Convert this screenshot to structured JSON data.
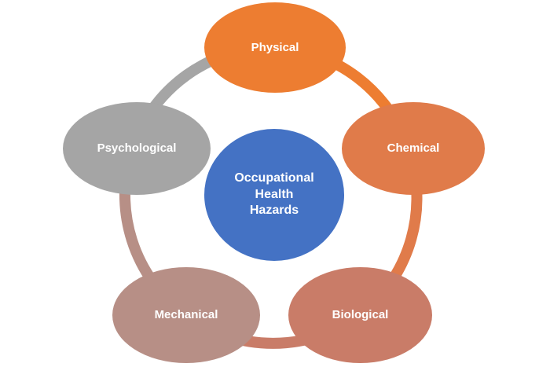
{
  "diagram": {
    "type": "cycle",
    "center": {
      "label_lines": [
        "Occupational",
        "Health",
        "Hazards"
      ],
      "color": "#4472C4"
    },
    "nodes": [
      {
        "id": "physical",
        "label": "Physical",
        "color": "#ED7D31"
      },
      {
        "id": "chemical",
        "label": "Chemical",
        "color": "#E07B4A"
      },
      {
        "id": "biological",
        "label": "Biological",
        "color": "#C97C68"
      },
      {
        "id": "mechanical",
        "label": "Mechanical",
        "color": "#B78F86"
      },
      {
        "id": "psychological",
        "label": "Psychological",
        "color": "#A5A5A5"
      }
    ],
    "ring_segments": [
      {
        "from": "physical",
        "to": "chemical",
        "color": "#ED7D31"
      },
      {
        "from": "chemical",
        "to": "biological",
        "color": "#E07B4A"
      },
      {
        "from": "biological",
        "to": "mechanical",
        "color": "#C97C68"
      },
      {
        "from": "mechanical",
        "to": "psychological",
        "color": "#B78F86"
      },
      {
        "from": "psychological",
        "to": "physical",
        "color": "#A5A5A5"
      }
    ]
  }
}
